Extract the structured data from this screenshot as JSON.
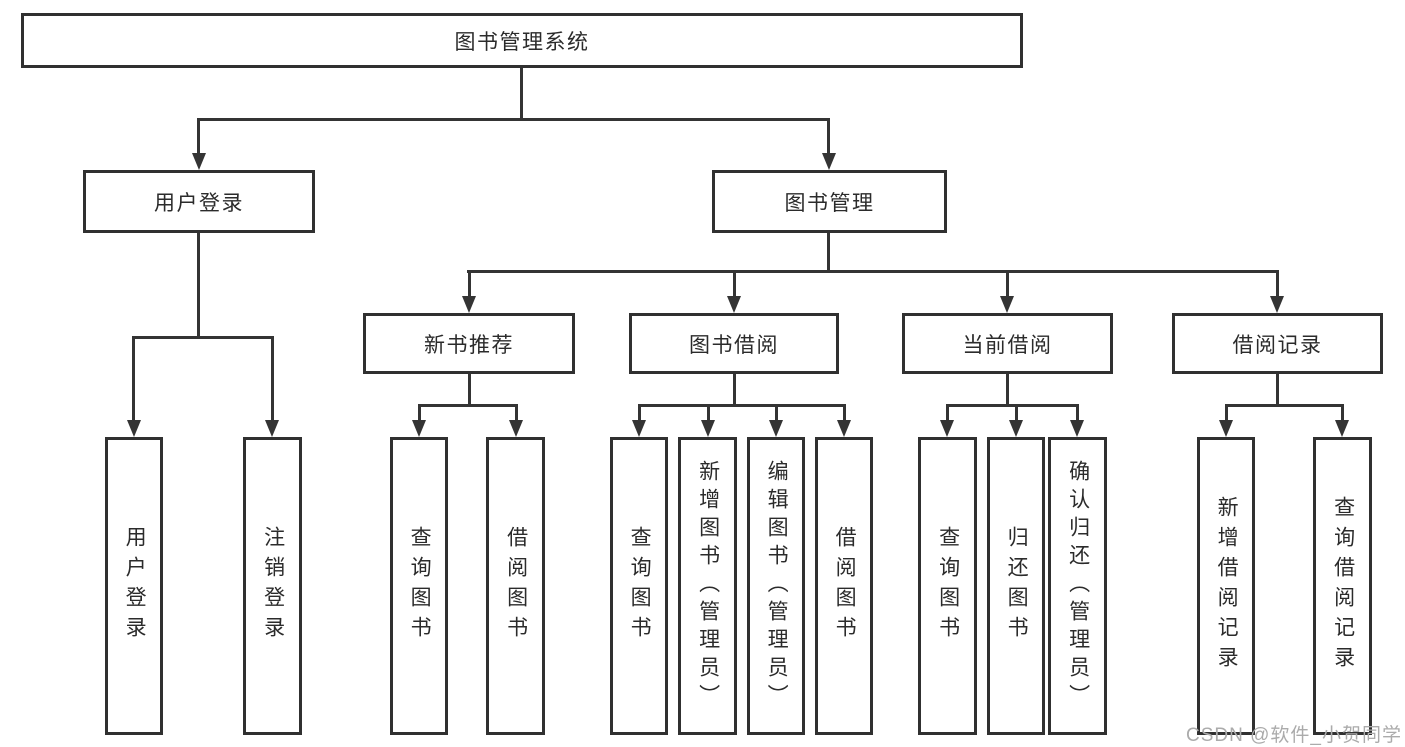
{
  "tree": {
    "root": {
      "label": "图书管理系统"
    },
    "branches": [
      {
        "label": "用户登录",
        "children": [
          {
            "label": "用户登录"
          },
          {
            "label": "注销登录"
          }
        ]
      },
      {
        "label": "图书管理",
        "sections": [
          {
            "label": "新书推荐",
            "children": [
              {
                "label": "查询图书"
              },
              {
                "label": "借阅图书"
              }
            ]
          },
          {
            "label": "图书借阅",
            "children": [
              {
                "label": "查询图书"
              },
              {
                "label": "新增图书（管理员）"
              },
              {
                "label": "编辑图书（管理员）"
              },
              {
                "label": "借阅图书"
              }
            ]
          },
          {
            "label": "当前借阅",
            "children": [
              {
                "label": "查询图书"
              },
              {
                "label": "归还图书"
              },
              {
                "label": "确认归还（管理员）"
              }
            ]
          },
          {
            "label": "借阅记录",
            "children": [
              {
                "label": "新增借阅记录"
              },
              {
                "label": "查询借阅记录"
              }
            ]
          }
        ]
      }
    ]
  },
  "watermark": {
    "text": "CSDN @软件_小贺同学"
  },
  "colors": {
    "background": "#ffffff",
    "line": "#343434",
    "box_border": "#303030",
    "text": "#2b2b2b",
    "watermark": "#ababab"
  }
}
